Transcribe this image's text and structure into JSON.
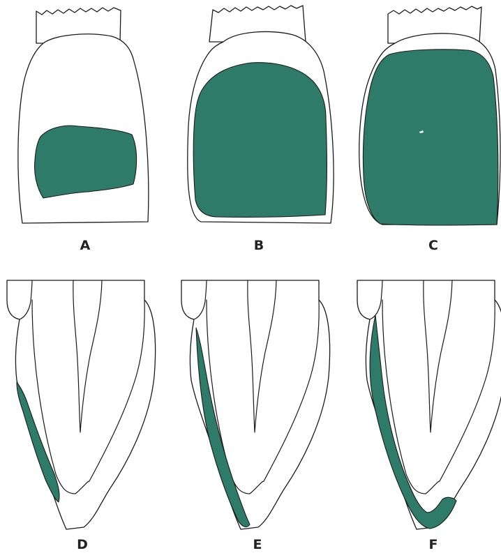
{
  "labels": {
    "a": "A",
    "b": "B",
    "c": "C",
    "d": "D",
    "e": "E",
    "f": "F"
  },
  "colors": {
    "shading": "#2d7b68",
    "outline": "#1a1a1a",
    "background": "#ffffff"
  }
}
